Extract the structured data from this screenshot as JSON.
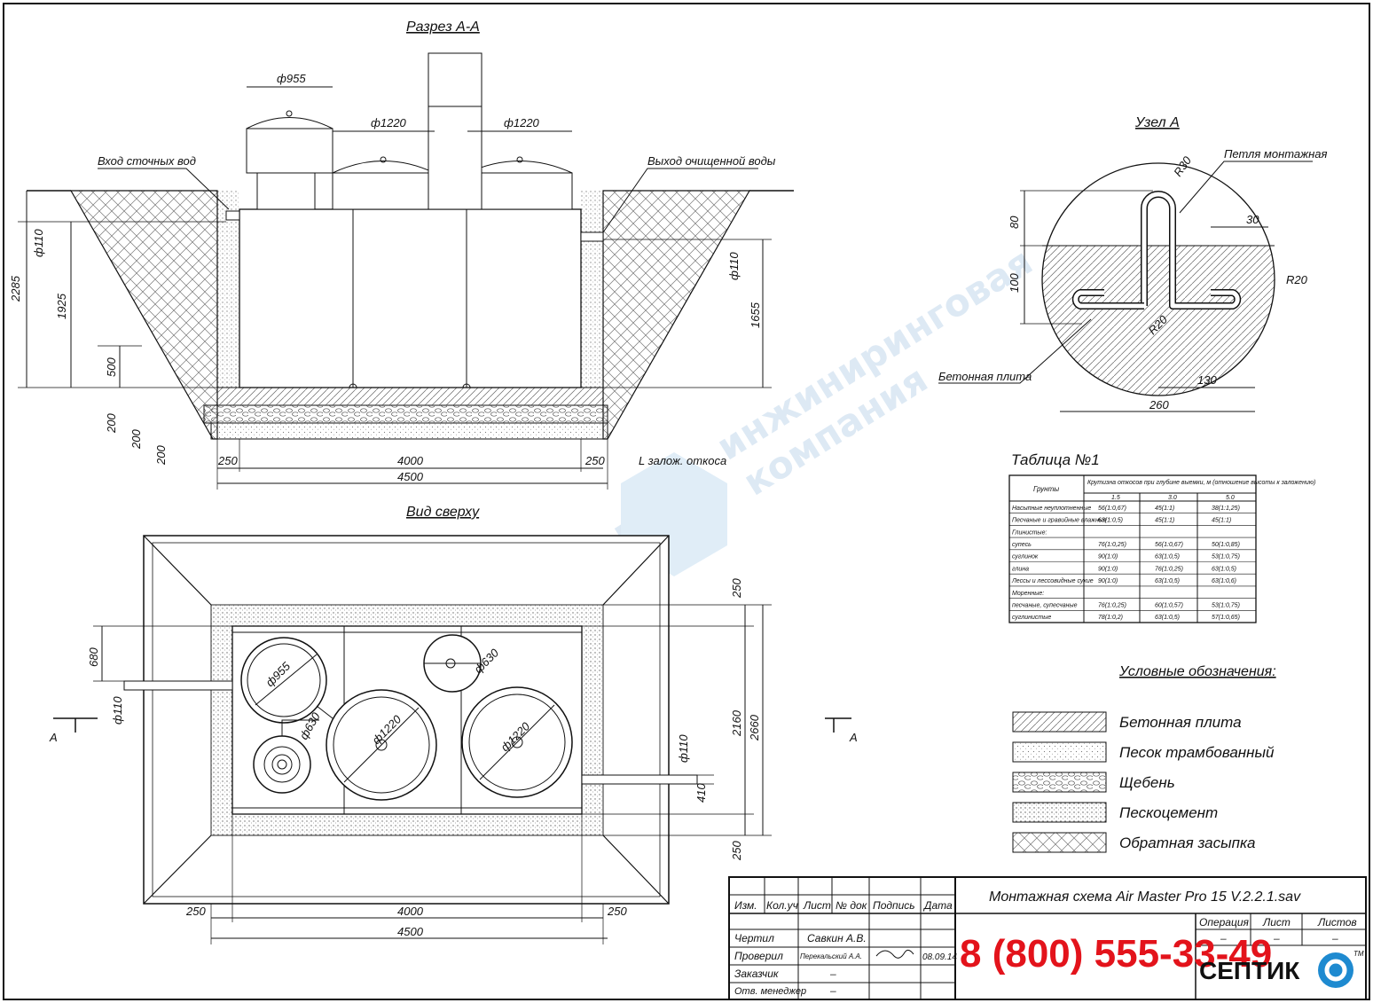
{
  "titles": {
    "section": "Разрез А-А",
    "node": "Узел А",
    "top_view": "Вид сверху",
    "table": "Таблица №1",
    "legend": "Условные обозначения:"
  },
  "section_labels": {
    "inlet": "Вход сточных вод",
    "outlet": "Выход очищенной воды",
    "slope": "L залож. откоса"
  },
  "node_labels": {
    "loop": "Петля монтажная",
    "slab": "Бетонная плита"
  },
  "dims": {
    "d955": "ф955",
    "d1220a": "ф1220",
    "d1220b": "ф1220",
    "d110": "ф110",
    "d630": "ф630",
    "h2285": "2285",
    "h1925": "1925",
    "h500": "500",
    "h200": "200",
    "h1655": "1655",
    "w250": "250",
    "w4000": "4000",
    "w4500": "4500",
    "n80": "80",
    "n100": "100",
    "n30": "30",
    "n130": "130",
    "n260": "260",
    "r30": "R30",
    "r20": "R20",
    "v680": "680",
    "v2160": "2160",
    "v2660": "2660",
    "v410": "410",
    "a": "А"
  },
  "table": {
    "h_soil": "Грунты",
    "h_slope": "Крутизна откосов при глубине выемки, м (отношение высоты к заложению)",
    "depths": [
      "1.5",
      "3.0",
      "5.0"
    ],
    "rows": [
      {
        "name": "Насыпные неуплотненные",
        "v": [
          "56(1:0,67)",
          "45(1:1)",
          "38(1:1,25)"
        ]
      },
      {
        "name": "Песчаные и гравийные влажные",
        "v": [
          "63(1:0,5)",
          "45(1:1)",
          "45(1:1)"
        ]
      },
      {
        "name": "Глинистые:",
        "v": [
          "",
          "",
          ""
        ]
      },
      {
        "name": "супесь",
        "v": [
          "76(1:0,25)",
          "56(1:0,67)",
          "50(1:0,85)"
        ]
      },
      {
        "name": "суглинок",
        "v": [
          "90(1:0)",
          "63(1:0,5)",
          "53(1:0,75)"
        ]
      },
      {
        "name": "глина",
        "v": [
          "90(1:0)",
          "76(1:0,25)",
          "63(1:0,5)"
        ]
      },
      {
        "name": "Лессы и лессовидные сухие",
        "v": [
          "90(1:0)",
          "63(1:0,5)",
          "63(1:0,6)"
        ]
      },
      {
        "name": "Моренные:",
        "v": [
          "",
          "",
          ""
        ]
      },
      {
        "name": "песчаные, супесчаные",
        "v": [
          "76(1:0,25)",
          "60(1:0,57)",
          "53(1:0,75)"
        ]
      },
      {
        "name": "суглинистые",
        "v": [
          "78(1:0,2)",
          "63(1:0,5)",
          "57(1:0,65)"
        ]
      }
    ]
  },
  "legend": [
    {
      "label": "Бетонная плита"
    },
    {
      "label": "Песок трамбованный"
    },
    {
      "label": "Щебень"
    },
    {
      "label": "Пескоцемент"
    },
    {
      "label": "Обратная засыпка"
    }
  ],
  "stamp": {
    "title": "Монтажная схема Air Master Pro 15 V.2.2.1.sav",
    "cols": [
      "Изм.",
      "Кол.уч",
      "Лист",
      "№ док",
      "Подпись",
      "Дата"
    ],
    "drawn_label": "Чертил",
    "drawn_name": "Савкин А.В.",
    "checked_label": "Проверил",
    "checked_name": "Перекальский А.А.",
    "date": "08.09.14",
    "customer_label": "Заказчик",
    "customer_value": "–",
    "manager_label": "Отв. менеджер",
    "manager_value": "–",
    "op_labels": [
      "Операция",
      "Лист",
      "Листов"
    ],
    "op_values": [
      "–",
      "–",
      "–"
    ],
    "phone": "8 (800) 555-33-49",
    "brand": "СЕПТИК",
    "tm": "TM"
  },
  "watermark": {
    "line1": "инжиниринговая",
    "line2": "компания",
    "brand": "СЕПТИК"
  }
}
